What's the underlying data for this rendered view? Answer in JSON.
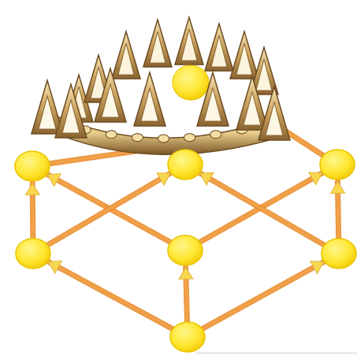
{
  "diagram": {
    "nodes": [
      {
        "id": "top-left"
      },
      {
        "id": "top-center"
      },
      {
        "id": "top-right"
      },
      {
        "id": "mid-left"
      },
      {
        "id": "mid-center"
      },
      {
        "id": "mid-right"
      },
      {
        "id": "bottom"
      }
    ],
    "edges": [
      {
        "from": "mid-left",
        "to": "top-left",
        "arrow": true
      },
      {
        "from": "mid-right",
        "to": "top-right",
        "arrow": true
      },
      {
        "from": "bottom",
        "to": "mid-center",
        "arrow": true
      },
      {
        "from": "bottom",
        "to": "mid-left",
        "arrow": true
      },
      {
        "from": "bottom",
        "to": "mid-right",
        "arrow": true
      },
      {
        "from": "mid-center",
        "to": "top-left",
        "arrow": true
      },
      {
        "from": "mid-center",
        "to": "top-right",
        "arrow": true
      },
      {
        "from": "mid-left",
        "to": "top-center",
        "arrow": true
      },
      {
        "from": "mid-right",
        "to": "top-center",
        "arrow": true
      },
      {
        "from": "top-left",
        "to": "crown",
        "arrow": false
      },
      {
        "from": "top-right",
        "to": "crown",
        "arrow": false
      }
    ],
    "crown": {
      "icon": "crown-icon",
      "jewel": "top-element"
    }
  },
  "colors": {
    "node_fill": "#ffe733",
    "node_stroke": "#e9c400",
    "edge": "#f0a14a",
    "edge_dark": "#e98a2a",
    "crown_gold": "#c9a45d",
    "crown_dark": "#7b5a2a",
    "crown_light": "#f1e1b5"
  }
}
